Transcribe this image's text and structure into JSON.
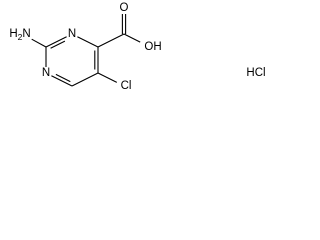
{
  "molecule": {
    "atoms": {
      "amino": "H2N",
      "ring_n_upper": "N",
      "ring_n_lower": "N",
      "carbonyl_o": "O",
      "hydroxyl": "OH",
      "chloro": "Cl"
    },
    "salt": "HCl"
  }
}
